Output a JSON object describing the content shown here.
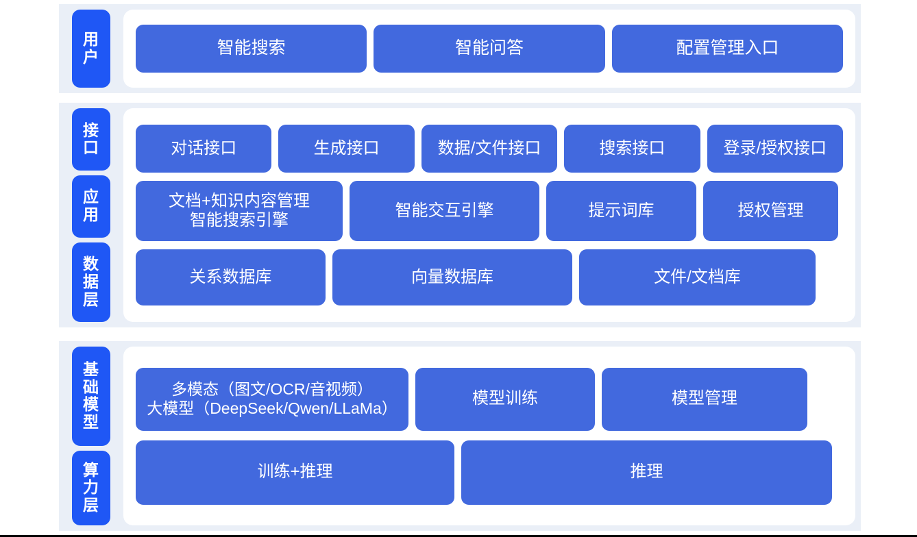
{
  "colors": {
    "chip_blue": "#1f57f5",
    "box_blue": "#4269de",
    "band_bg": "#eaeff7",
    "card_bg": "#ffffff",
    "page_bg": "#ffffff",
    "text_on_blue": "#ffffff"
  },
  "sections": [
    {
      "id": "user",
      "rail": [
        {
          "name": "user",
          "label": "用户"
        }
      ],
      "rows": [
        {
          "id": "user-entries",
          "boxes": [
            {
              "name": "smart-search",
              "lines": [
                "智能搜索"
              ]
            },
            {
              "name": "smart-qa",
              "lines": [
                "智能问答"
              ]
            },
            {
              "name": "config-management-entry",
              "lines": [
                "配置管理入口"
              ]
            }
          ]
        }
      ]
    },
    {
      "id": "middle",
      "rail": [
        {
          "name": "interface",
          "label": "接口"
        },
        {
          "name": "application",
          "label": "应用"
        },
        {
          "name": "data-layer",
          "label": "数据层"
        }
      ],
      "rows": [
        {
          "id": "interface",
          "boxes": [
            {
              "name": "dialog-api",
              "lines": [
                "对话接口"
              ]
            },
            {
              "name": "generation-api",
              "lines": [
                "生成接口"
              ]
            },
            {
              "name": "data-file-api",
              "lines": [
                "数据/文件接口"
              ]
            },
            {
              "name": "search-api",
              "lines": [
                "搜索接口"
              ]
            },
            {
              "name": "login-auth-api",
              "lines": [
                "登录/授权接口"
              ]
            }
          ]
        },
        {
          "id": "application",
          "boxes": [
            {
              "name": "doc-knowledge-management",
              "lines": [
                "文档+知识内容管理",
                "智能搜索引擎"
              ]
            },
            {
              "name": "smart-interaction-engine",
              "lines": [
                "智能交互引擎"
              ]
            },
            {
              "name": "prompt-library",
              "lines": [
                "提示词库"
              ]
            },
            {
              "name": "authorization-management",
              "lines": [
                "授权管理"
              ]
            }
          ]
        },
        {
          "id": "data",
          "boxes": [
            {
              "name": "relational-database",
              "lines": [
                "关系数据库"
              ]
            },
            {
              "name": "vector-database",
              "lines": [
                "向量数据库"
              ]
            },
            {
              "name": "file-document-store",
              "lines": [
                "文件/文档库"
              ]
            }
          ]
        }
      ]
    },
    {
      "id": "bottom",
      "rail": [
        {
          "name": "foundation-model",
          "label": "基础模型"
        },
        {
          "name": "compute-layer",
          "label": "算力层"
        }
      ],
      "rows": [
        {
          "id": "model",
          "boxes": [
            {
              "name": "multimodal-large-model",
              "lines": [
                "多模态（图文/OCR/音视频）",
                "大模型（DeepSeek/Qwen/LLaMa）"
              ]
            },
            {
              "name": "model-training",
              "lines": [
                "模型训练"
              ]
            },
            {
              "name": "model-management",
              "lines": [
                "模型管理"
              ]
            }
          ]
        },
        {
          "id": "compute",
          "boxes": [
            {
              "name": "training-and-inference",
              "lines": [
                "训练+推理"
              ]
            },
            {
              "name": "inference",
              "lines": [
                "推理"
              ]
            }
          ]
        }
      ]
    }
  ]
}
